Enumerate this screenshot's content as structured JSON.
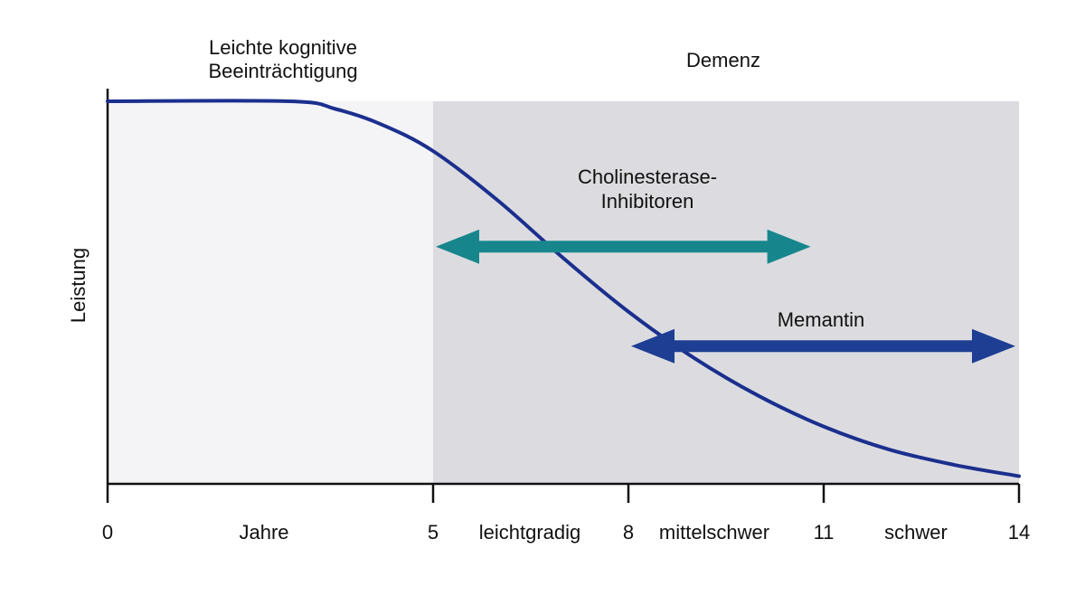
{
  "chart_data": {
    "type": "line",
    "title": "",
    "xlabel": "Jahre",
    "ylabel": "Leistung",
    "xlim": [
      0,
      14
    ],
    "ylim": [
      0,
      1
    ],
    "x_ticks": [
      0,
      5,
      8,
      11,
      14
    ],
    "x_tick_labels": [
      "0",
      "5",
      "8",
      "11",
      "14"
    ],
    "phases": [
      {
        "label_lines": [
          "Leichte kognitive",
          "Beeinträchtigung"
        ],
        "start": 0,
        "end": 5,
        "color": "#f4f4f7"
      },
      {
        "label_lines": [
          "Demenz"
        ],
        "start": 5,
        "end": 14,
        "color": "#dcdce0"
      }
    ],
    "stages": [
      {
        "label": "leichtgradig",
        "start": 5,
        "end": 8
      },
      {
        "label": "mittelschwer",
        "start": 8,
        "end": 11
      },
      {
        "label": "schwer",
        "start": 11,
        "end": 14
      }
    ],
    "series": [
      {
        "color": "#1b2f8e",
        "x": [
          0,
          2.8,
          3.5,
          4.2,
          5,
          6,
          7,
          8,
          9,
          10,
          11,
          12,
          13,
          14
        ],
        "y": [
          1.0,
          1.0,
          0.98,
          0.94,
          0.87,
          0.74,
          0.59,
          0.45,
          0.33,
          0.23,
          0.15,
          0.09,
          0.05,
          0.02
        ]
      }
    ],
    "treatments": [
      {
        "label_lines": [
          "Cholinesterase-",
          "Inhibitoren"
        ],
        "start": 5,
        "end": 10.8,
        "level": 0.62,
        "color": "#17868c"
      },
      {
        "label_lines": [
          "Memantin"
        ],
        "start": 8,
        "end": 14,
        "level": 0.36,
        "color": "#1e3e94"
      }
    ],
    "axis_color": "#111111",
    "grid": false,
    "legend": "none"
  }
}
